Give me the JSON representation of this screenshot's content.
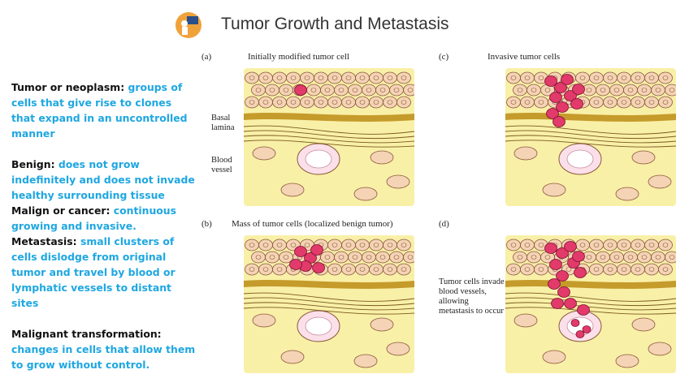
{
  "title": "Tumor Growth and Metastasis",
  "left_text": [
    {
      "term": "Tumor or neoplasm: ",
      "desc": "groups of cells that give rise to clones that expand in an uncontrolled manner"
    },
    {
      "term": "Benign: ",
      "desc": "does not grow indefinitely and does not invade healthy surrounding tissue"
    },
    {
      "term": "Malign or cancer: ",
      "desc": "continuous growing and invasive."
    },
    {
      "term": "Metastasis: ",
      "desc": "small clusters of cells dislodge from original tumor and travel by blood or lymphatic vessels to distant sites"
    },
    {
      "term": "Malignant transformation: ",
      "desc": "changes in cells that allow them to grow without control."
    }
  ],
  "panels": {
    "a": {
      "letter": "(a)",
      "caption": "Initially modified tumor cell",
      "basal": "Basal lamina",
      "blood": "Blood vessel"
    },
    "b": {
      "letter": "(b)",
      "caption": "Mass of tumor cells (localized benign tumor)"
    },
    "c": {
      "letter": "(c)",
      "caption": "Invasive tumor  cells"
    },
    "d": {
      "letter": "(d)",
      "caption": "Tumor cells invade blood vessels, allowing metastasis to occur"
    }
  },
  "colors": {
    "term": "#111111",
    "desc": "#1ea7e1",
    "tissue": "#f9f0a8",
    "epithelium": "#f5d3b5",
    "tumor": "#e23a6a",
    "fiber": "#7a5a1a"
  }
}
